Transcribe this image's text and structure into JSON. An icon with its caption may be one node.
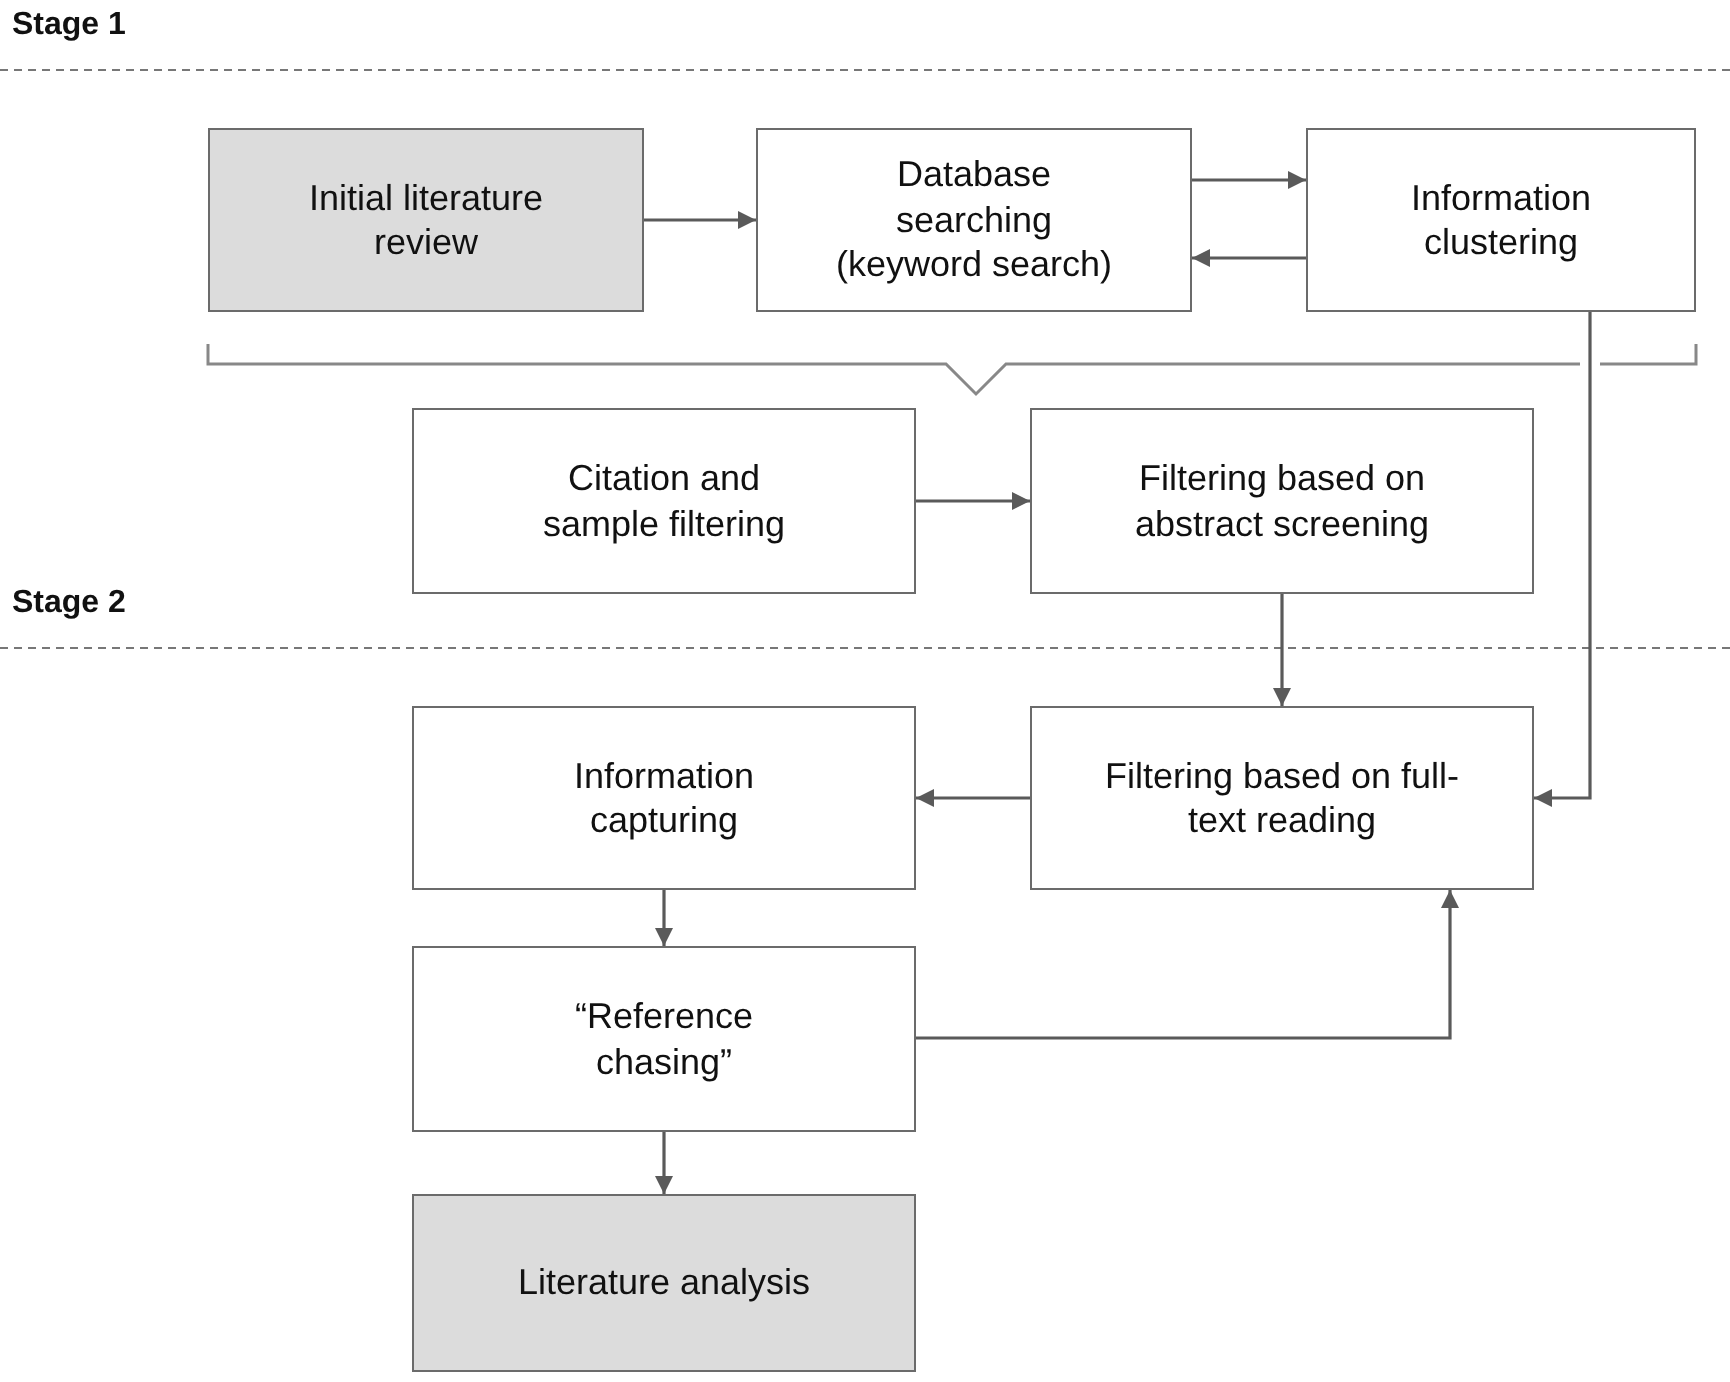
{
  "diagram": {
    "nodes": [
      {
        "text": [
          "Initial literature review"
        ]
      },
      {
        "text": [
          "Database searching (keyword search)"
        ]
      },
      {
        "text": [
          "Information clustering"
        ]
      },
      {
        "text": [
          "Citation and sample filtering"
        ]
      },
      {
        "text": [
          "Filtering based on abstract screening"
        ]
      },
      {
        "text": [
          "Filtering based on full-text reading"
        ]
      },
      {
        "text": [
          "Information capturing"
        ]
      },
      {
        "text": [
          "“Reference chasing”"
        ]
      },
      {
        "text": [
          "Literature analysis"
        ]
      }
    ],
    "edges": [
      {
        "from": 0,
        "to": 1,
        "arrow": "to"
      },
      {
        "from": 1,
        "to": 2,
        "arrow": "to"
      },
      {
        "from": 2,
        "to": 1,
        "arrow": "to"
      },
      {
        "from": 3,
        "to": 4,
        "arrow": "to"
      },
      {
        "from": 4,
        "to": 5,
        "arrow": "to"
      },
      {
        "from": 2,
        "to": 5,
        "arrow": "to"
      },
      {
        "from": 5,
        "to": 6,
        "arrow": "to"
      },
      {
        "from": 6,
        "to": 7,
        "arrow": "to"
      },
      {
        "from": 7,
        "to": 5,
        "arrow": "to"
      },
      {
        "from": 7,
        "to": 8,
        "arrow": "to"
      }
    ],
    "labels": [
      "Stage 1",
      "Stage 2"
    ]
  }
}
